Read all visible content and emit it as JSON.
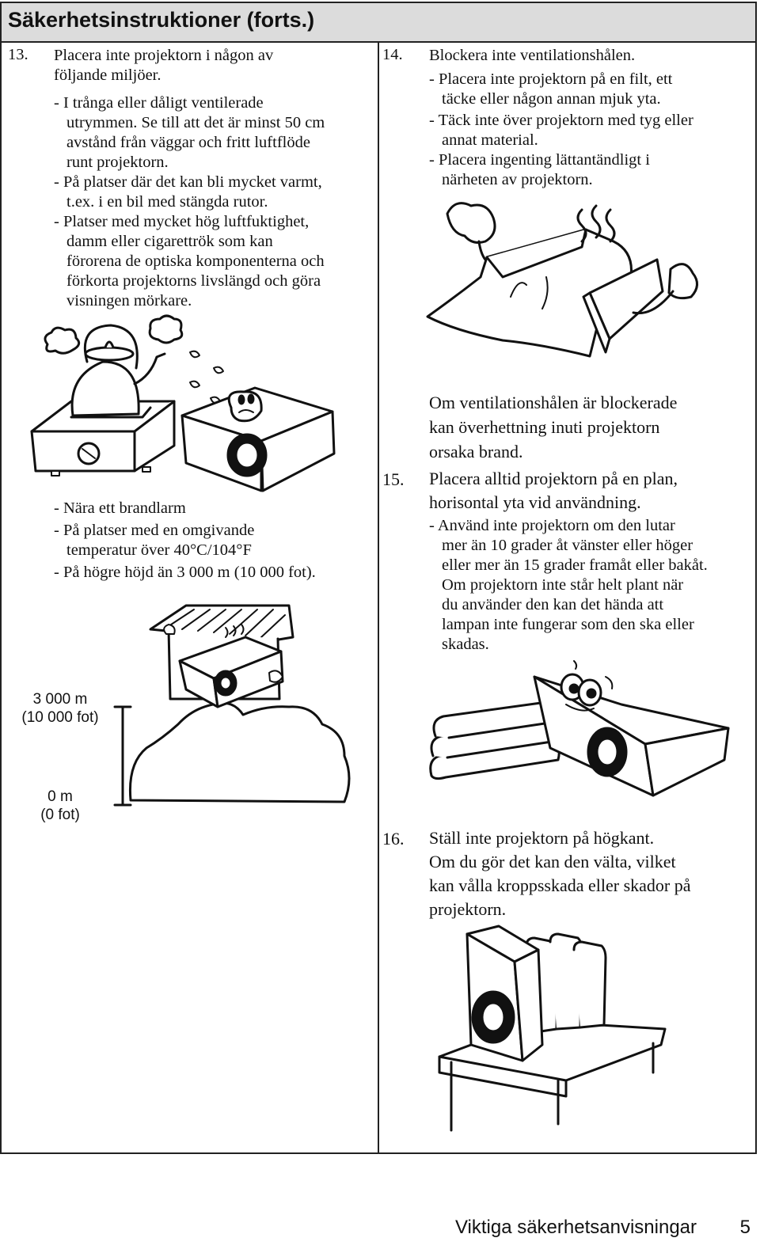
{
  "header": {
    "title": "Säkerhetsinstruktioner (forts.)"
  },
  "left": {
    "item13": {
      "number": "13.",
      "lines": [
        "Placera inte projektorn i någon av",
        "följande miljöer."
      ],
      "bullets": [
        [
          "- I trånga eller dåligt ventilerade",
          "utrymmen. Se till att det är minst 50 cm",
          "avstånd från väggar och fritt luftflöde",
          "runt projektorn."
        ],
        [
          "- På platser där det kan bli mycket varmt,",
          "t.ex. i en bil med stängda rutor."
        ],
        [
          "- Platser med mycket hög luftfuktighet,",
          "damm eller cigarettrök som kan",
          "förorena de optiska komponenterna och",
          "förkorta projektorns livslängd och göra",
          "visningen mörkare."
        ]
      ],
      "bullets2": [
        [
          "- Nära ett brandlarm"
        ],
        [
          "- På platser med en omgivande",
          "temperatur över 40°C/104°F"
        ],
        [
          "- På högre höjd än 3 000 m (10 000 fot)."
        ]
      ]
    },
    "altitude": {
      "top_label": [
        "3 000 m",
        "(10 000 fot)"
      ],
      "bottom_label": [
        "0 m",
        "(0 fot)"
      ]
    }
  },
  "right": {
    "item14": {
      "number": "14.",
      "title": "Blockera inte ventilationshålen.",
      "bullets": [
        [
          "- Placera inte projektorn på en filt, ett",
          "täcke eller någon annan mjuk yta."
        ],
        [
          "- Täck inte över projektorn med tyg eller",
          "annat material."
        ],
        [
          "- Placera ingenting lättantändligt i",
          "närheten av projektorn."
        ]
      ],
      "note": [
        "Om ventilationshålen är blockerade",
        "kan överhettning inuti projektorn",
        "orsaka brand."
      ]
    },
    "item15": {
      "number": "15.",
      "lines": [
        "Placera alltid projektorn på en plan,",
        "horisontal yta vid användning."
      ],
      "bullets": [
        [
          "- Använd inte projektorn om den lutar",
          "mer än 10 grader åt vänster eller höger",
          "eller mer än 15 grader framåt eller bakåt.",
          "Om projektorn inte står helt plant när",
          "du använder den kan det hända att",
          "lampan inte fungerar som den ska eller",
          "skadas."
        ]
      ]
    },
    "item16": {
      "number": "16.",
      "lines": [
        "Ställ inte projektorn på högkant.",
        "Om du gör det kan den välta, vilket",
        "kan vålla kroppsskada eller skador på",
        "projektorn."
      ]
    }
  },
  "footer": {
    "title": "Viktiga säkerhetsanvisningar",
    "page": "5"
  }
}
